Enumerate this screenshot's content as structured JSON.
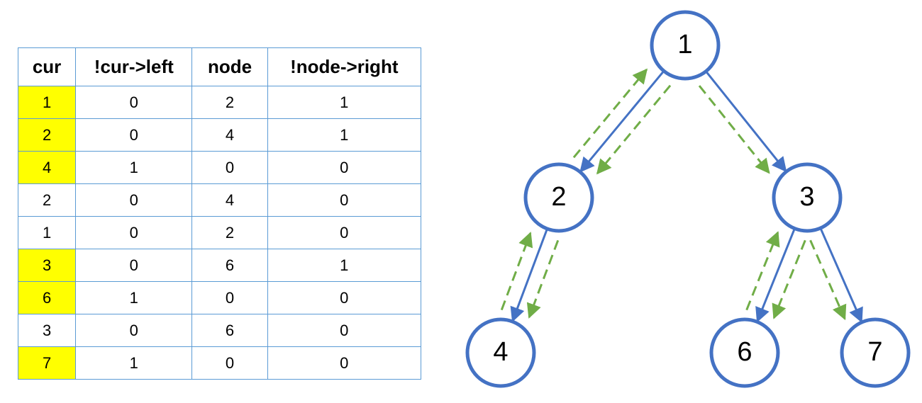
{
  "table": {
    "headers": [
      "cur",
      "!cur->left",
      "node",
      "!node->right"
    ],
    "rows": [
      {
        "cells": [
          "1",
          "0",
          "2",
          "1"
        ],
        "highlight": true
      },
      {
        "cells": [
          "2",
          "0",
          "4",
          "1"
        ],
        "highlight": true
      },
      {
        "cells": [
          "4",
          "1",
          "0",
          "0"
        ],
        "highlight": true
      },
      {
        "cells": [
          "2",
          "0",
          "4",
          "0"
        ],
        "highlight": false
      },
      {
        "cells": [
          "1",
          "0",
          "2",
          "0"
        ],
        "highlight": false
      },
      {
        "cells": [
          "3",
          "0",
          "6",
          "1"
        ],
        "highlight": true
      },
      {
        "cells": [
          "6",
          "1",
          "0",
          "0"
        ],
        "highlight": true
      },
      {
        "cells": [
          "3",
          "0",
          "6",
          "0"
        ],
        "highlight": false
      },
      {
        "cells": [
          "7",
          "1",
          "0",
          "0"
        ],
        "highlight": true
      }
    ]
  },
  "tree": {
    "nodes": [
      "1",
      "2",
      "3",
      "4",
      "6",
      "7"
    ],
    "edges": [
      {
        "from": "1",
        "to": "2"
      },
      {
        "from": "1",
        "to": "3"
      },
      {
        "from": "2",
        "to": "4"
      },
      {
        "from": "3",
        "to": "6"
      },
      {
        "from": "3",
        "to": "7"
      }
    ],
    "traversal": [
      {
        "from": "1",
        "to": "2"
      },
      {
        "from": "2",
        "to": "4"
      },
      {
        "from": "4",
        "to": "2"
      },
      {
        "from": "2",
        "to": "1"
      },
      {
        "from": "1",
        "to": "3"
      },
      {
        "from": "3",
        "to": "6"
      },
      {
        "from": "6",
        "to": "3"
      },
      {
        "from": "3",
        "to": "7"
      }
    ]
  },
  "colors": {
    "highlight": "#ffff00",
    "table_border": "#5b9bd5",
    "node_stroke": "#4472c4",
    "edge": "#4472c4",
    "traversal_arrow": "#70ad47"
  }
}
